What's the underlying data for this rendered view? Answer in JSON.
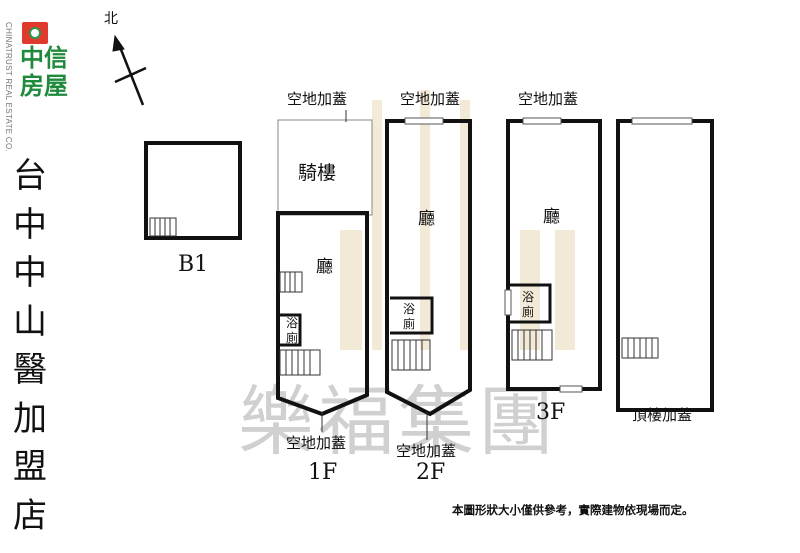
{
  "logo": {
    "brand_zh": "中信房屋",
    "brand_en": "CHINATRUST REAL ESTATE CO."
  },
  "store_name": "台中中山醫加盟店",
  "compass": {
    "north_label": "北"
  },
  "watermark": "樂福集團",
  "plan": {
    "b1": {
      "label": "B1"
    },
    "f1": {
      "label": "1F",
      "top_note": "空地加蓋",
      "arcade": "騎樓",
      "hall": "廳",
      "bath": "浴廁",
      "bottom_note": "空地加蓋"
    },
    "f2": {
      "label": "2F",
      "top_note": "空地加蓋",
      "hall": "廳",
      "bath": "浴廁",
      "bottom_note": "空地加蓋"
    },
    "f3": {
      "label": "3F",
      "top_note": "空地加蓋",
      "hall": "廳",
      "bath": "浴廁"
    },
    "roof": {
      "label": "頂樓加蓋"
    }
  },
  "disclaimer": "本圖形狀大小僅供參考，實際建物依現場而定。"
}
